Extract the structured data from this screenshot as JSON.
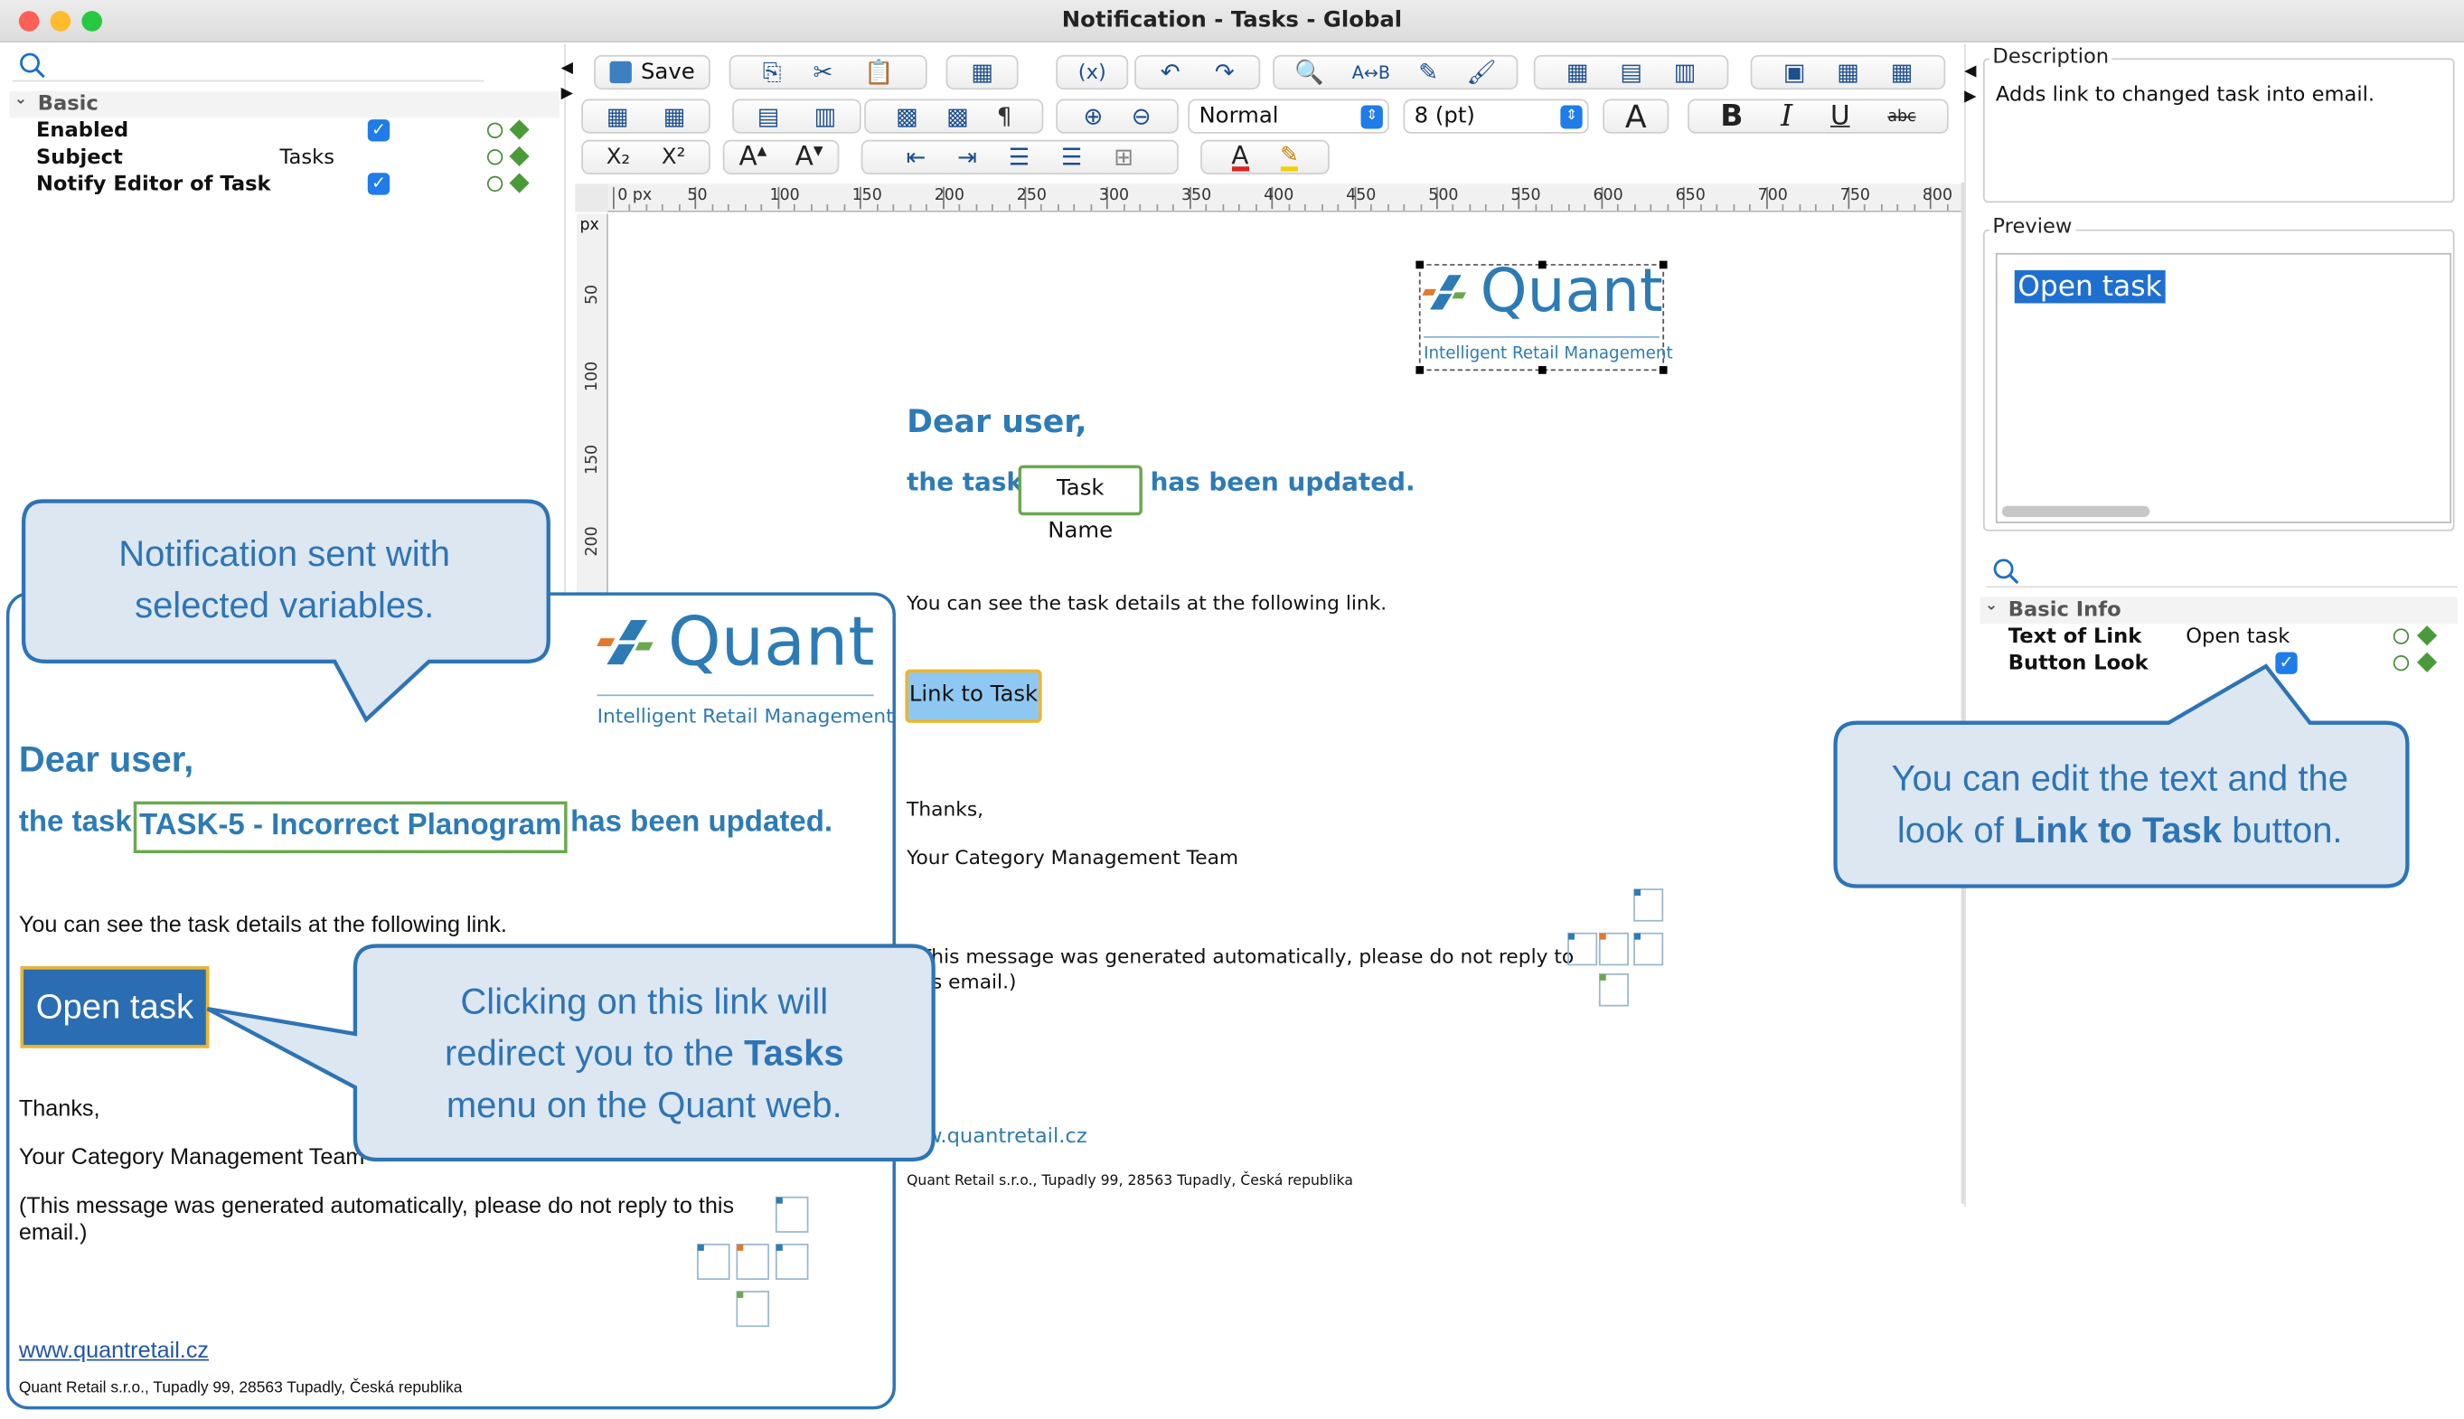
{
  "window": {
    "title": "Notification - Tasks - Global"
  },
  "left_panel": {
    "group": "Basic",
    "rows": [
      {
        "label": "Enabled",
        "value": ""
      },
      {
        "label": "Subject",
        "value": "Tasks"
      },
      {
        "label": "Notify Editor of Task",
        "value": ""
      }
    ]
  },
  "toolbar": {
    "save_label": "Save",
    "style_value": "Normal",
    "size_value": "8 (pt)",
    "subscript": "X₂",
    "superscript": "X²"
  },
  "ruler": {
    "unit": "px",
    "ticks": [
      "0 px",
      "50",
      "100",
      "150",
      "200",
      "250",
      "300",
      "350",
      "400",
      "450",
      "500",
      "550",
      "600",
      "650",
      "700",
      "750",
      "800"
    ],
    "vticks": [
      "50",
      "100",
      "150",
      "200"
    ]
  },
  "editor": {
    "logo_text": "Quant",
    "logo_tagline": "Intelligent Retail Management",
    "greeting": "Dear user,",
    "task_prefix": "the task",
    "task_variable": "Task Name",
    "task_suffix": "has been updated.",
    "details_line": "You can see the task details at the following link.",
    "link_button": "Link to Task",
    "thanks": "Thanks,",
    "team": "Your Category Management Team",
    "auto_line1": "This message was generated automatically, please do not reply to",
    "auto_line2": "s email.)",
    "url": "w.quantretail.cz",
    "address": "Quant Retail s.r.o., Tupadly 99, 28563 Tupadly, Česká republika"
  },
  "right_panel": {
    "description_title": "Description",
    "description_text": "Adds link to changed task into email.",
    "preview_title": "Preview",
    "preview_button": "Open task",
    "group": "Basic Info",
    "rows": [
      {
        "label": "Text of Link",
        "value": "Open task"
      },
      {
        "label": "Button Look",
        "value": ""
      }
    ]
  },
  "callouts": {
    "notification_line1": "Notification sent with",
    "notification_line2": "selected variables.",
    "click_line1": "Clicking on this link will",
    "click_line2a": "redirect you to the ",
    "click_line2b": "Tasks",
    "click_line3": "menu on the Quant web.",
    "edit_line1": "You can edit the text and the",
    "edit_line2a": "look of ",
    "edit_line2b": "Link to Task",
    "edit_line2c": " button."
  },
  "email_preview": {
    "logo_text": "Quant",
    "logo_tagline": "Intelligent Retail Management",
    "greeting": "Dear user,",
    "task_prefix": "the task",
    "task_value": "TASK-5 - Incorrect Planogram",
    "task_suffix": "has been updated.",
    "details_line": "You can see the task details at the following link.",
    "button": "Open task",
    "thanks": "Thanks,",
    "team": "Your Category Management Team",
    "auto_line1": "(This message was generated automatically, please do not reply to this",
    "auto_line2": "email.)",
    "url": "www.quantretail.cz",
    "address": "Quant Retail s.r.o., Tupadly 99, 28563 Tupadly, Česká republika"
  },
  "colors": {
    "brand_blue": "#2d7bb5",
    "callout_border": "#2e74b5",
    "callout_fill": "#dce7f2",
    "variable_green": "#6aa84f",
    "button_orange": "#f0b429",
    "checkbox_blue": "#1f7ce8"
  }
}
